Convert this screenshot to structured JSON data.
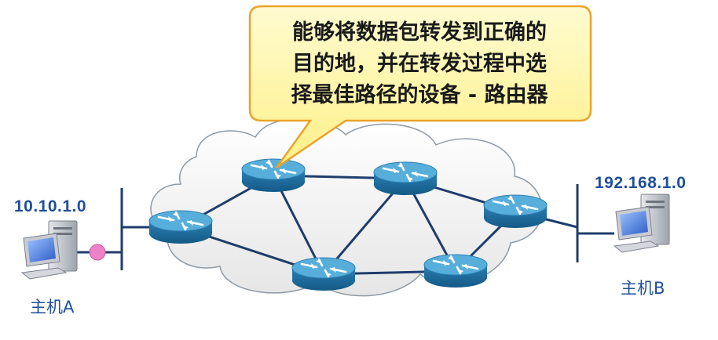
{
  "callout": {
    "lines": [
      "能够将数据包转发到正确的",
      "目的地，并在转发过程中选",
      "择最佳路径的设备 - 路由器"
    ]
  },
  "host_a": {
    "ip": "10.10.1.0",
    "label": "主机A"
  },
  "host_b": {
    "ip": "192.168.1.0",
    "label": "主机B"
  },
  "colors": {
    "router_top": "#4fa6d3",
    "router_side": "#1b6a9a",
    "callout_fill": "#fff6a6",
    "callout_stroke": "#e9a32a",
    "cloud_fill": "#f2f2f2",
    "cloud_stroke": "#7f8f9f",
    "link": "#1f3d6b",
    "text_blue": "#1f4e9c",
    "port_dot": "#ee82c8"
  },
  "icons": {
    "router": "router-icon",
    "host": "desktop-computer-icon",
    "cloud": "network-cloud",
    "callout": "speech-callout"
  }
}
